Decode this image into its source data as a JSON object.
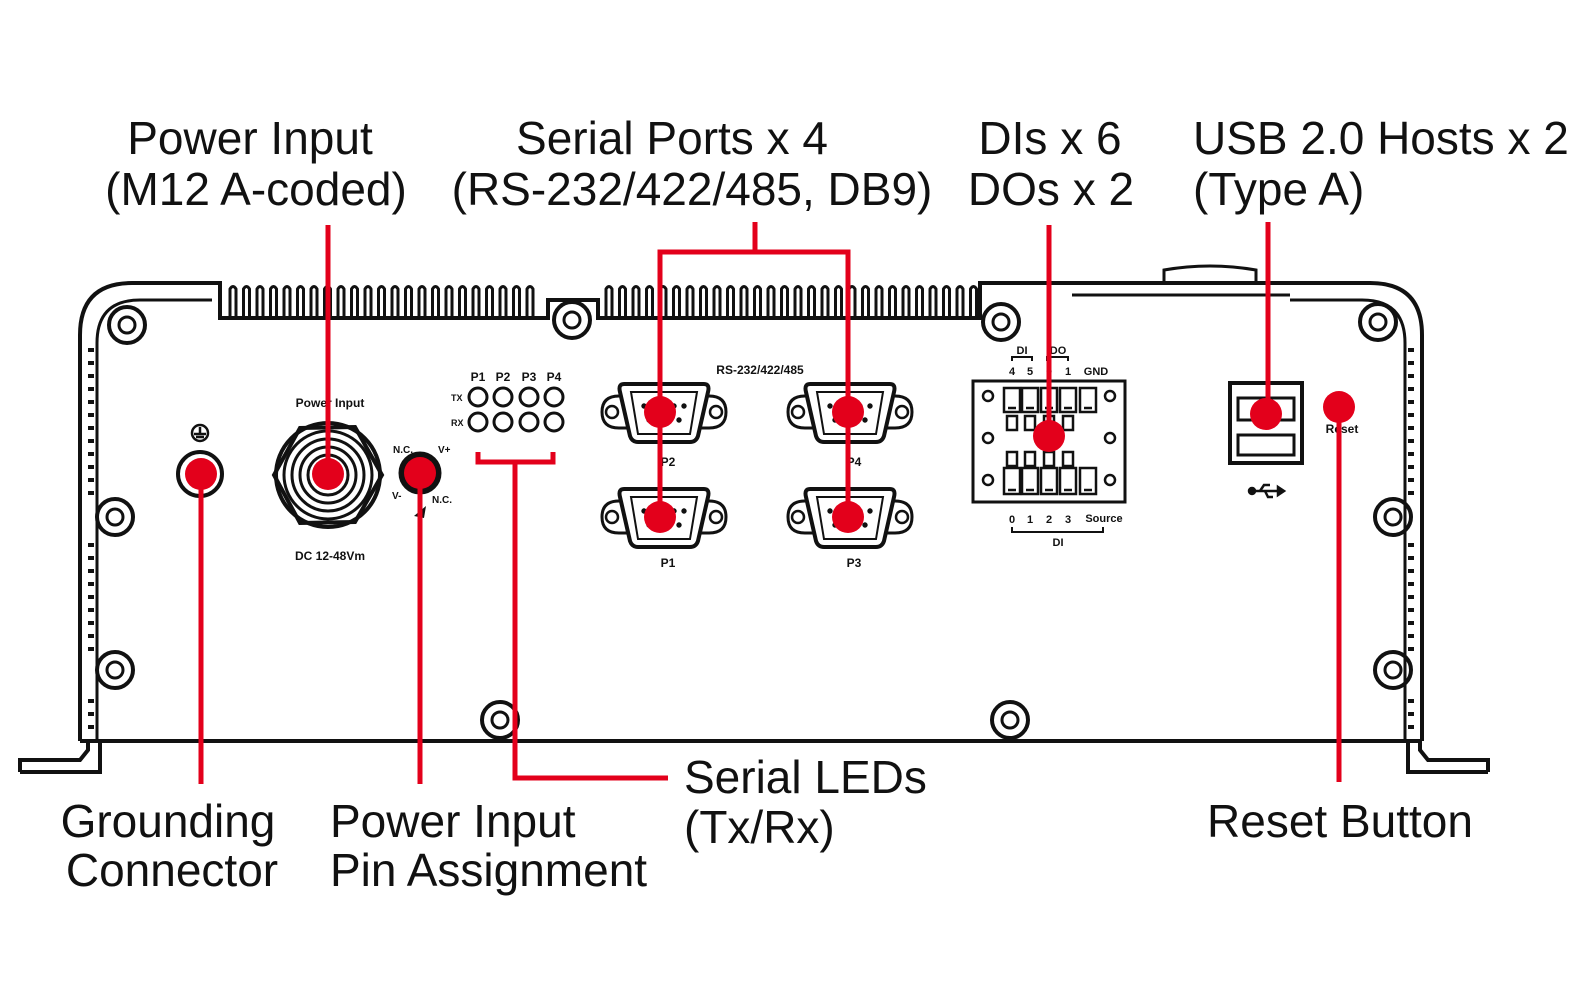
{
  "callouts": {
    "power_input": [
      "Power Input",
      "(M12 A-coded)"
    ],
    "serial_ports": [
      "Serial Ports x 4",
      "(RS-232/422/485, DB9)"
    ],
    "dio": [
      "DIs x 6",
      "DOs x 2"
    ],
    "usb": [
      "USB 2.0 Hosts x 2",
      "(Type A)"
    ],
    "grounding": [
      "Grounding",
      "Connector"
    ],
    "pin_assignment": [
      "Power Input",
      "Pin Assignment"
    ],
    "serial_leds": [
      "Serial LEDs",
      "(Tx/Rx)"
    ],
    "reset": [
      "Reset Button"
    ]
  },
  "panel_labels": {
    "power_input": "Power Input",
    "dc_rating": "DC 12-48Vm",
    "pin_nc_top": "N.C.",
    "pin_vplus": "V+",
    "pin_vminus": "V-",
    "pin_nc_bottom": "N.C.",
    "led_ports": [
      "P1",
      "P2",
      "P3",
      "P4"
    ],
    "led_tx": "TX",
    "led_rx": "RX",
    "serial_header": "RS-232/422/485",
    "port_p1": "P1",
    "port_p2": "P2",
    "port_p3": "P3",
    "port_p4": "P4",
    "di_top": "DI",
    "do_top": "DO",
    "dio_top_nums": [
      "4",
      "5",
      "0",
      "1"
    ],
    "gnd": "GND",
    "di_bottom_nums": [
      "0",
      "1",
      "2",
      "3"
    ],
    "source": "Source",
    "di_bottom": "DI",
    "reset": "Reset"
  },
  "colors": {
    "callout": "#e3001b",
    "line": "#111111",
    "fill": "#ffffff"
  },
  "icons": [
    "ground-icon",
    "usb-icon"
  ]
}
